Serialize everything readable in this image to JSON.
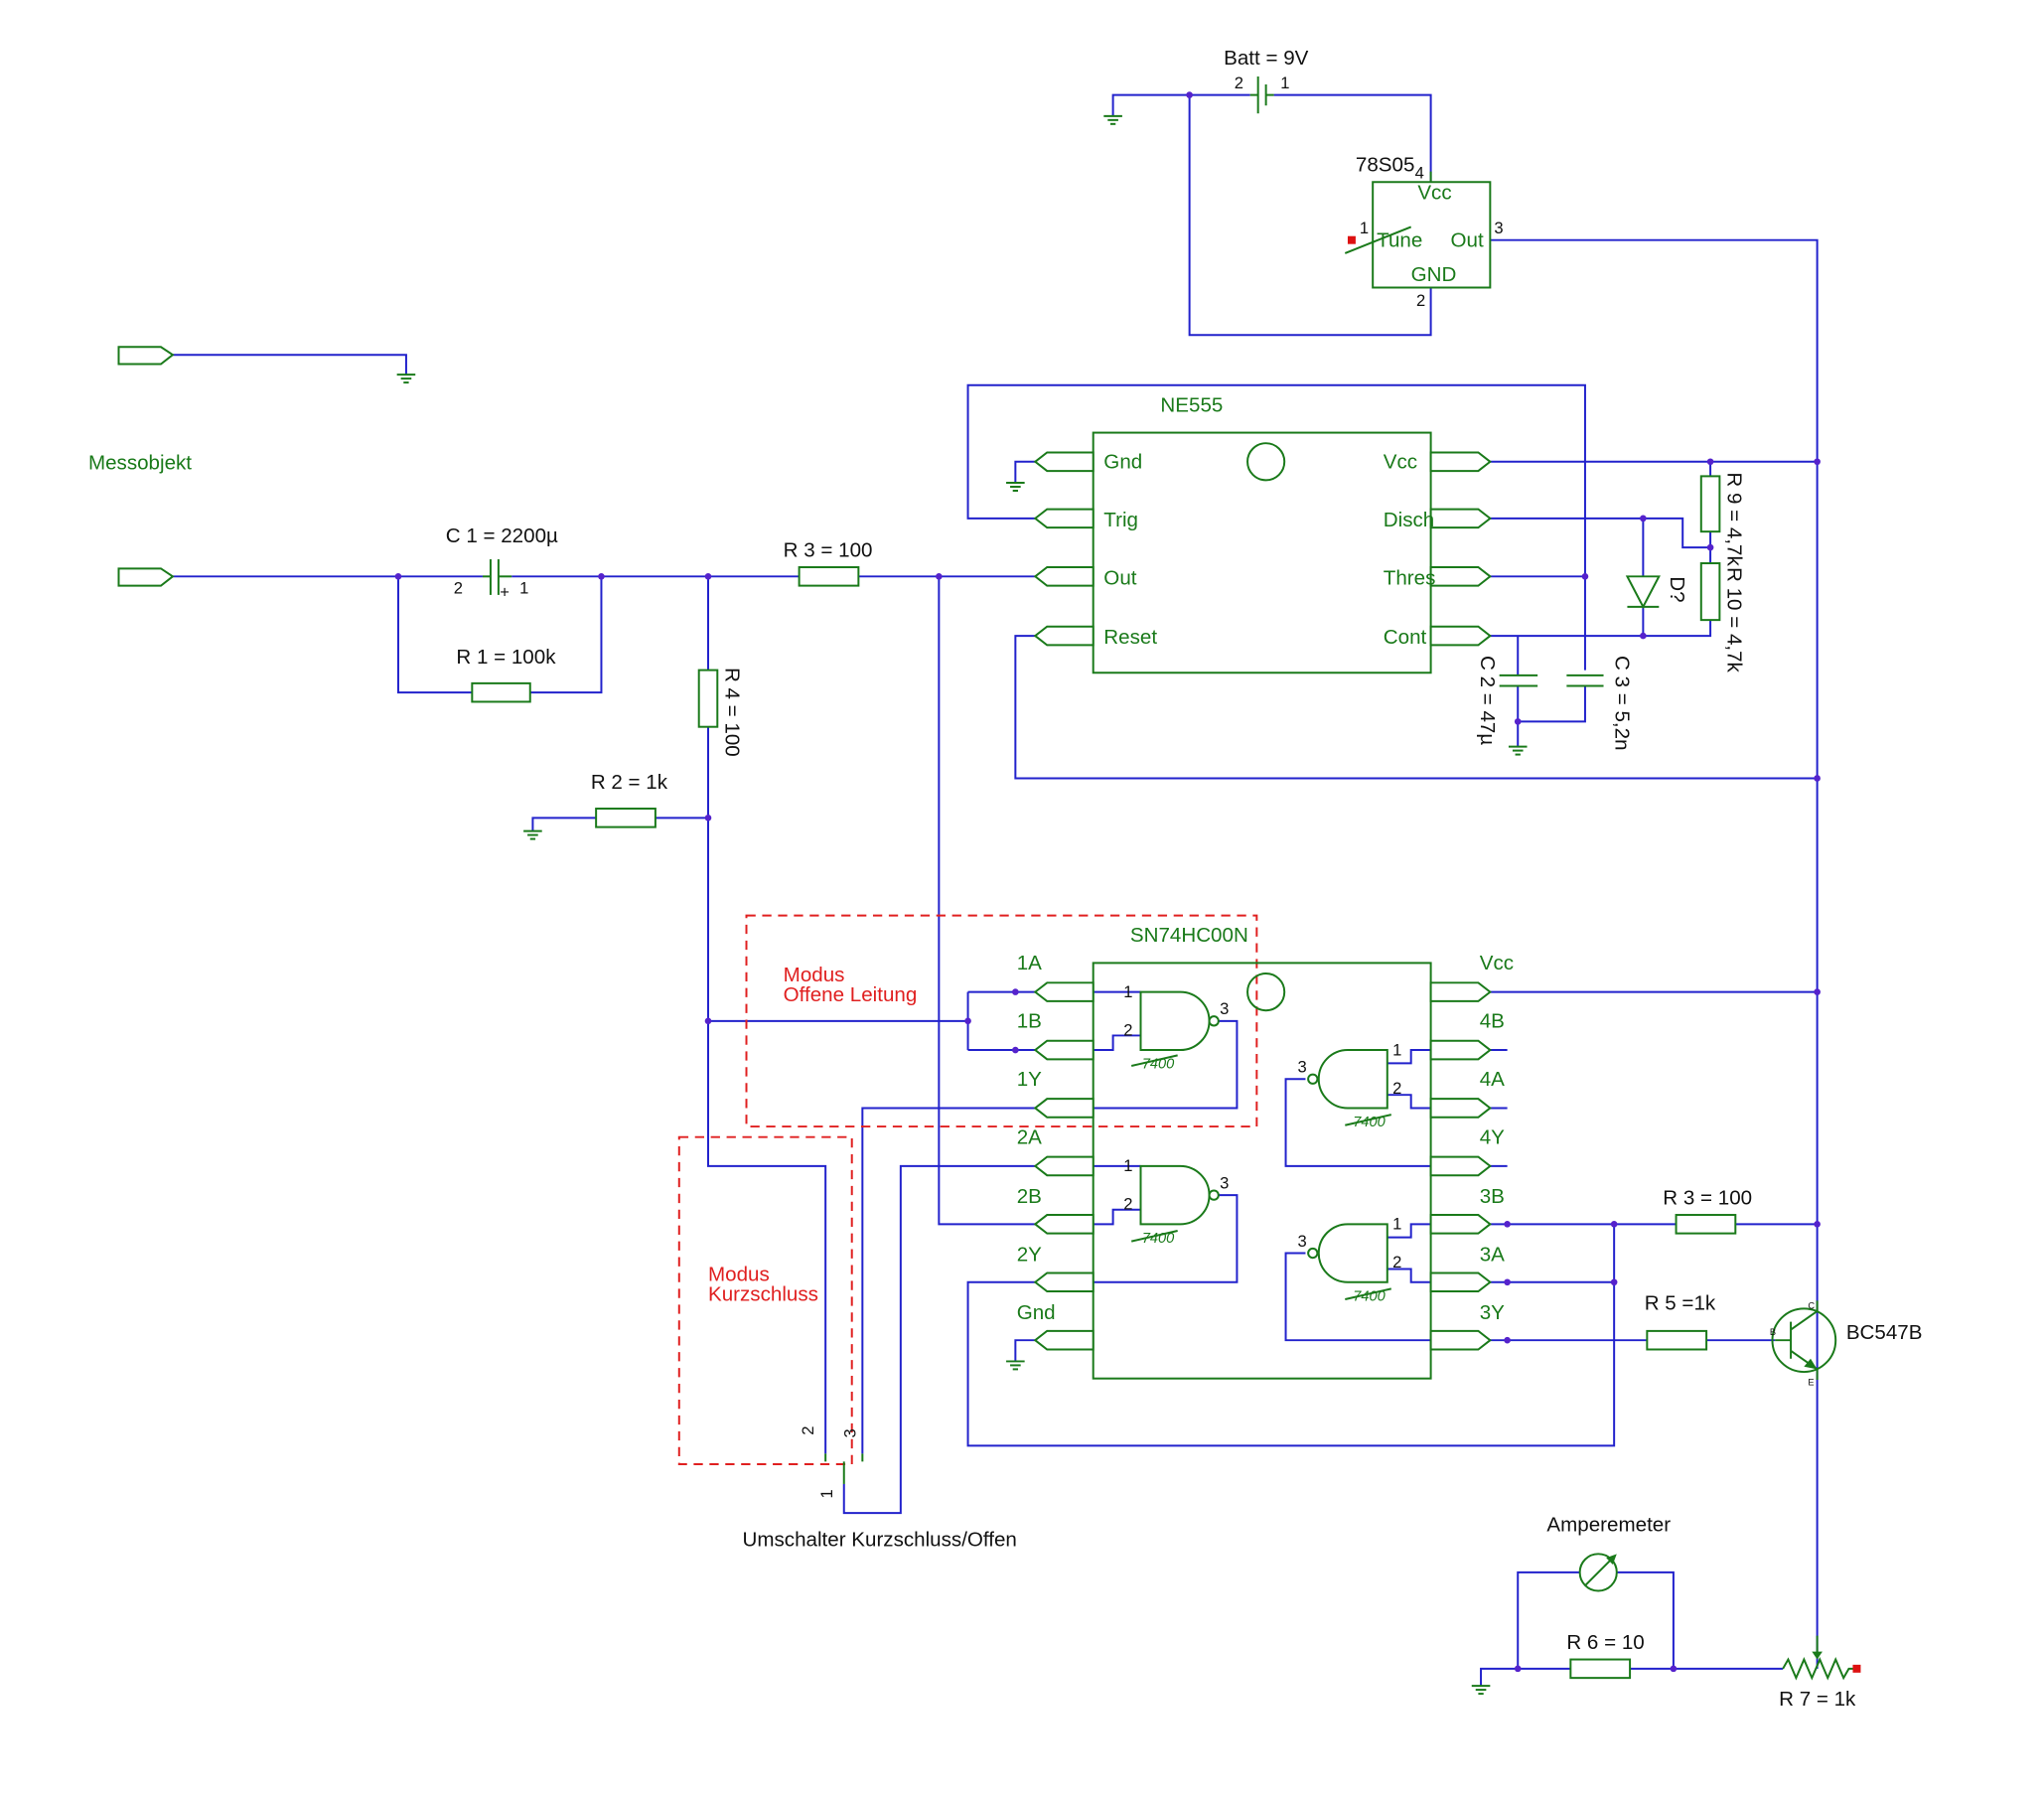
{
  "labels": {
    "batt": "Batt = 9V",
    "regulator": "78S05",
    "messobjekt": "Messobjekt",
    "ne555": "NE555",
    "sn74": "SN74HC00N",
    "c1": "C 1 = 2200µ",
    "r1": "R 1 = 100k",
    "r3a": "R 3 = 100",
    "r4": "R 4 = 100",
    "r2": "R 2 = 1k",
    "r9": "R 9 = 4,7k",
    "r10": "R 10 = 4,7k",
    "d": "D?",
    "c2": "C 2 = 47µ",
    "c3": "C 3 = 5,2n",
    "r3b": "R 3 = 100",
    "r5": "R 5 =1k",
    "transistor": "BC547B",
    "amperemeter": "Amperemeter",
    "r6": "R 6 = 10",
    "r7": "R 7 = 1k",
    "switch": "Umschalter Kurzschluss/Offen",
    "gate_type": "7400"
  },
  "modes": {
    "offen_line1": "Modus",
    "offen_line2": "Offene Leitung",
    "kurz_line1": "Modus",
    "kurz_line2": "Kurzschluss"
  },
  "regulator_pins": {
    "vcc": "Vcc",
    "tune": "Tune",
    "out": "Out",
    "gnd": "GND",
    "n4": "4",
    "n1": "1",
    "n3": "3",
    "n2": "2"
  },
  "ne555_pins": {
    "gnd": "Gnd",
    "trig": "Trig",
    "out": "Out",
    "reset": "Reset",
    "vcc": "Vcc",
    "disch": "Disch",
    "thres": "Thres",
    "cont": "Cont"
  },
  "sn74_left_pins": [
    "1A",
    "1B",
    "1Y",
    "2A",
    "2B",
    "2Y",
    "Gnd"
  ],
  "sn74_right_pins": [
    "Vcc",
    "4B",
    "4A",
    "4Y",
    "3B",
    "3A",
    "3Y"
  ],
  "pin_numbers": {
    "batt_2": "2",
    "batt_1": "1",
    "c1_2": "2",
    "c1_plus": "+",
    "c1_1": "1",
    "g1_1": "1",
    "g1_2": "2",
    "g1_3": "3",
    "g2_1": "1",
    "g2_2": "2",
    "g2_3": "3",
    "g3_1": "1",
    "g3_2": "2",
    "g3_3": "3",
    "g4_1": "1",
    "g4_2": "2",
    "g4_3": "3",
    "sw_2": "2",
    "sw_3": "3",
    "sw_1": "1",
    "q_c": "C",
    "q_b": "B",
    "q_e": "E"
  }
}
